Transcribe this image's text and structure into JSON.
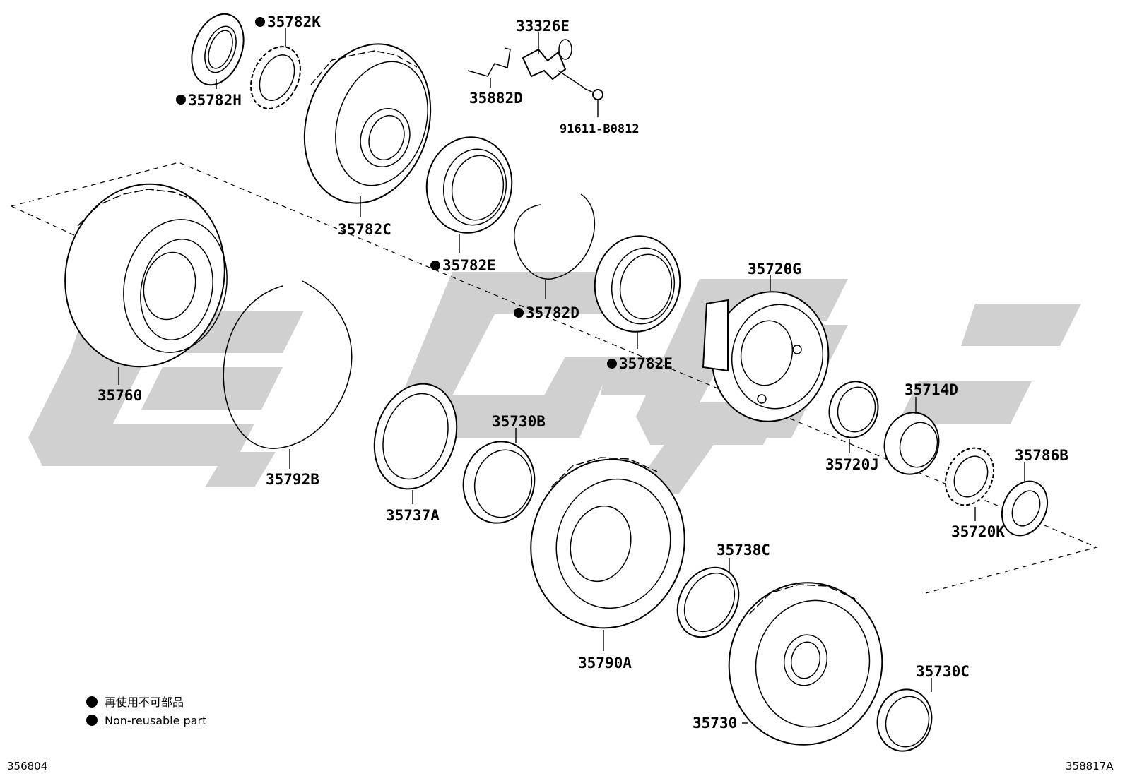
{
  "parts": [
    {
      "id": "35782H",
      "label": "35782H",
      "non_reusable": true
    },
    {
      "id": "35782K",
      "label": "35782K",
      "non_reusable": true
    },
    {
      "id": "35782C",
      "label": "35782C",
      "non_reusable": false
    },
    {
      "id": "33326E",
      "label": "33326E",
      "non_reusable": false
    },
    {
      "id": "35882D",
      "label": "35882D",
      "non_reusable": false
    },
    {
      "id": "91611-B0812",
      "label": "91611-B0812",
      "non_reusable": false
    },
    {
      "id": "35782E_a",
      "label": "35782E",
      "non_reusable": true
    },
    {
      "id": "35782D",
      "label": "35782D",
      "non_reusable": true
    },
    {
      "id": "35782E_b",
      "label": "35782E",
      "non_reusable": true
    },
    {
      "id": "35720G",
      "label": "35720G",
      "non_reusable": false
    },
    {
      "id": "35760",
      "label": "35760",
      "non_reusable": false
    },
    {
      "id": "35792B",
      "label": "35792B",
      "non_reusable": false
    },
    {
      "id": "35737A",
      "label": "35737A",
      "non_reusable": false
    },
    {
      "id": "35730B",
      "label": "35730B",
      "non_reusable": false
    },
    {
      "id": "35714D",
      "label": "35714D",
      "non_reusable": false
    },
    {
      "id": "35720J",
      "label": "35720J",
      "non_reusable": false
    },
    {
      "id": "35786B",
      "label": "35786B",
      "non_reusable": false
    },
    {
      "id": "35720K",
      "label": "35720K",
      "non_reusable": false
    },
    {
      "id": "35738C",
      "label": "35738C",
      "non_reusable": false
    },
    {
      "id": "35790A",
      "label": "35790A",
      "non_reusable": false
    },
    {
      "id": "35730C",
      "label": "35730C",
      "non_reusable": false
    },
    {
      "id": "35730",
      "label": "35730",
      "non_reusable": false
    }
  ],
  "legend": {
    "line_jp": "再使用不可部品",
    "line_en": "Non-reusable part"
  },
  "footer": {
    "left_code": "356804",
    "right_code": "358817A"
  },
  "watermark_color": "#c8c8c8"
}
